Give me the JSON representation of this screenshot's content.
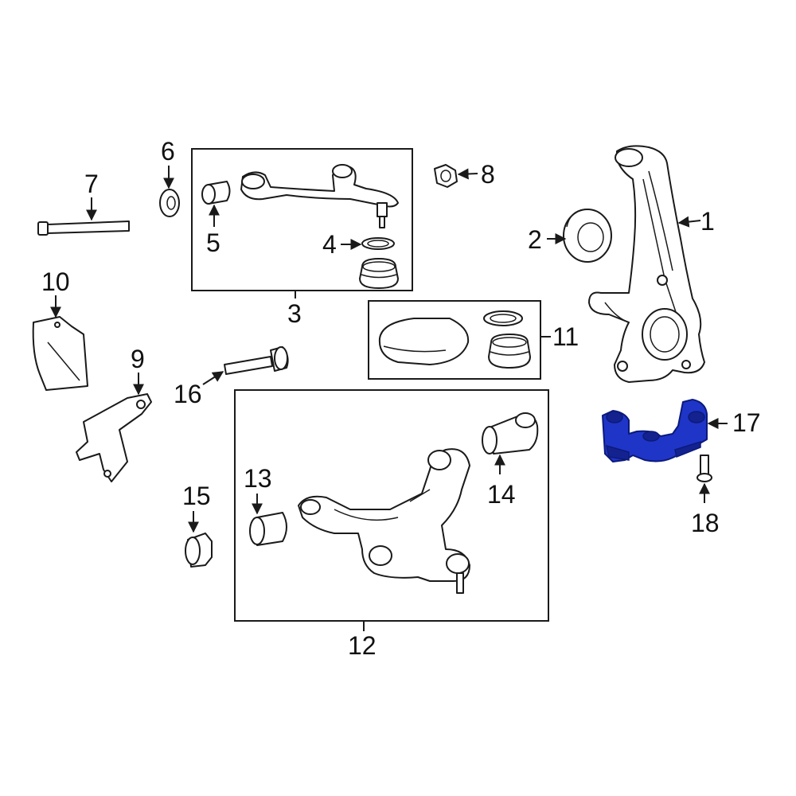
{
  "diagram": {
    "highlight_color": "#1f35c8",
    "highlighted_part": "17",
    "callouts": {
      "c1": "1",
      "c2": "2",
      "c3": "3",
      "c4": "4",
      "c5": "5",
      "c6": "6",
      "c7": "7",
      "c8": "8",
      "c9": "9",
      "c10": "10",
      "c11": "11",
      "c12": "12",
      "c13": "13",
      "c14": "14",
      "c15": "15",
      "c16": "16",
      "c17": "17",
      "c18": "18"
    }
  }
}
